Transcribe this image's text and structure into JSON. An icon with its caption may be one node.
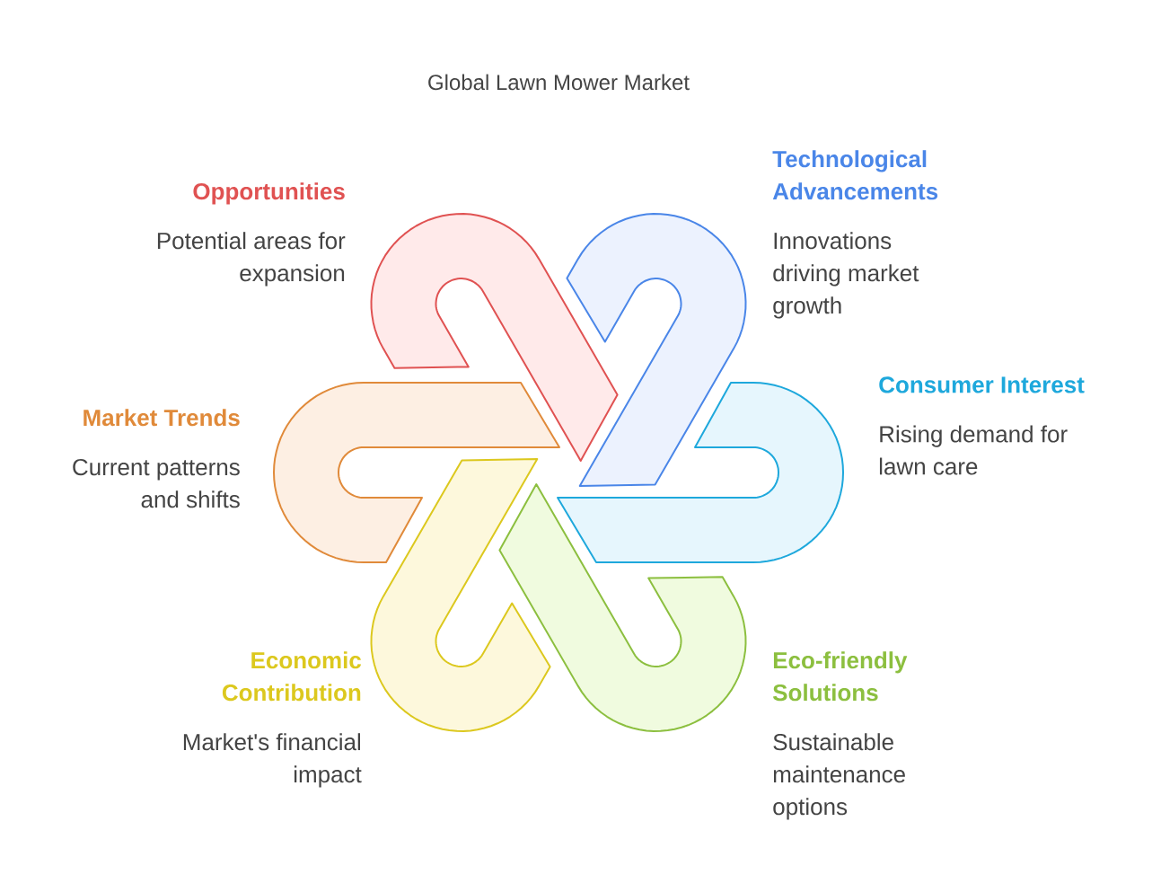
{
  "diagram": {
    "title": "Global Lawn Mower Market",
    "nodes": [
      {
        "text": [
          "Opportunities",
          "Potential areas for expansion"
        ]
      },
      {
        "text": [
          "Technological Advancements",
          "Innovations driving market growth"
        ]
      },
      {
        "text": [
          "Consumer Interest",
          "Rising demand for lawn care"
        ]
      },
      {
        "text": [
          "Eco-friendly Solutions",
          "Sustainable maintenance options"
        ]
      },
      {
        "text": [
          "Economic Contribution",
          "Market's financial impact"
        ]
      },
      {
        "text": [
          "Market Trends",
          "Current patterns and shifts"
        ]
      }
    ]
  }
}
